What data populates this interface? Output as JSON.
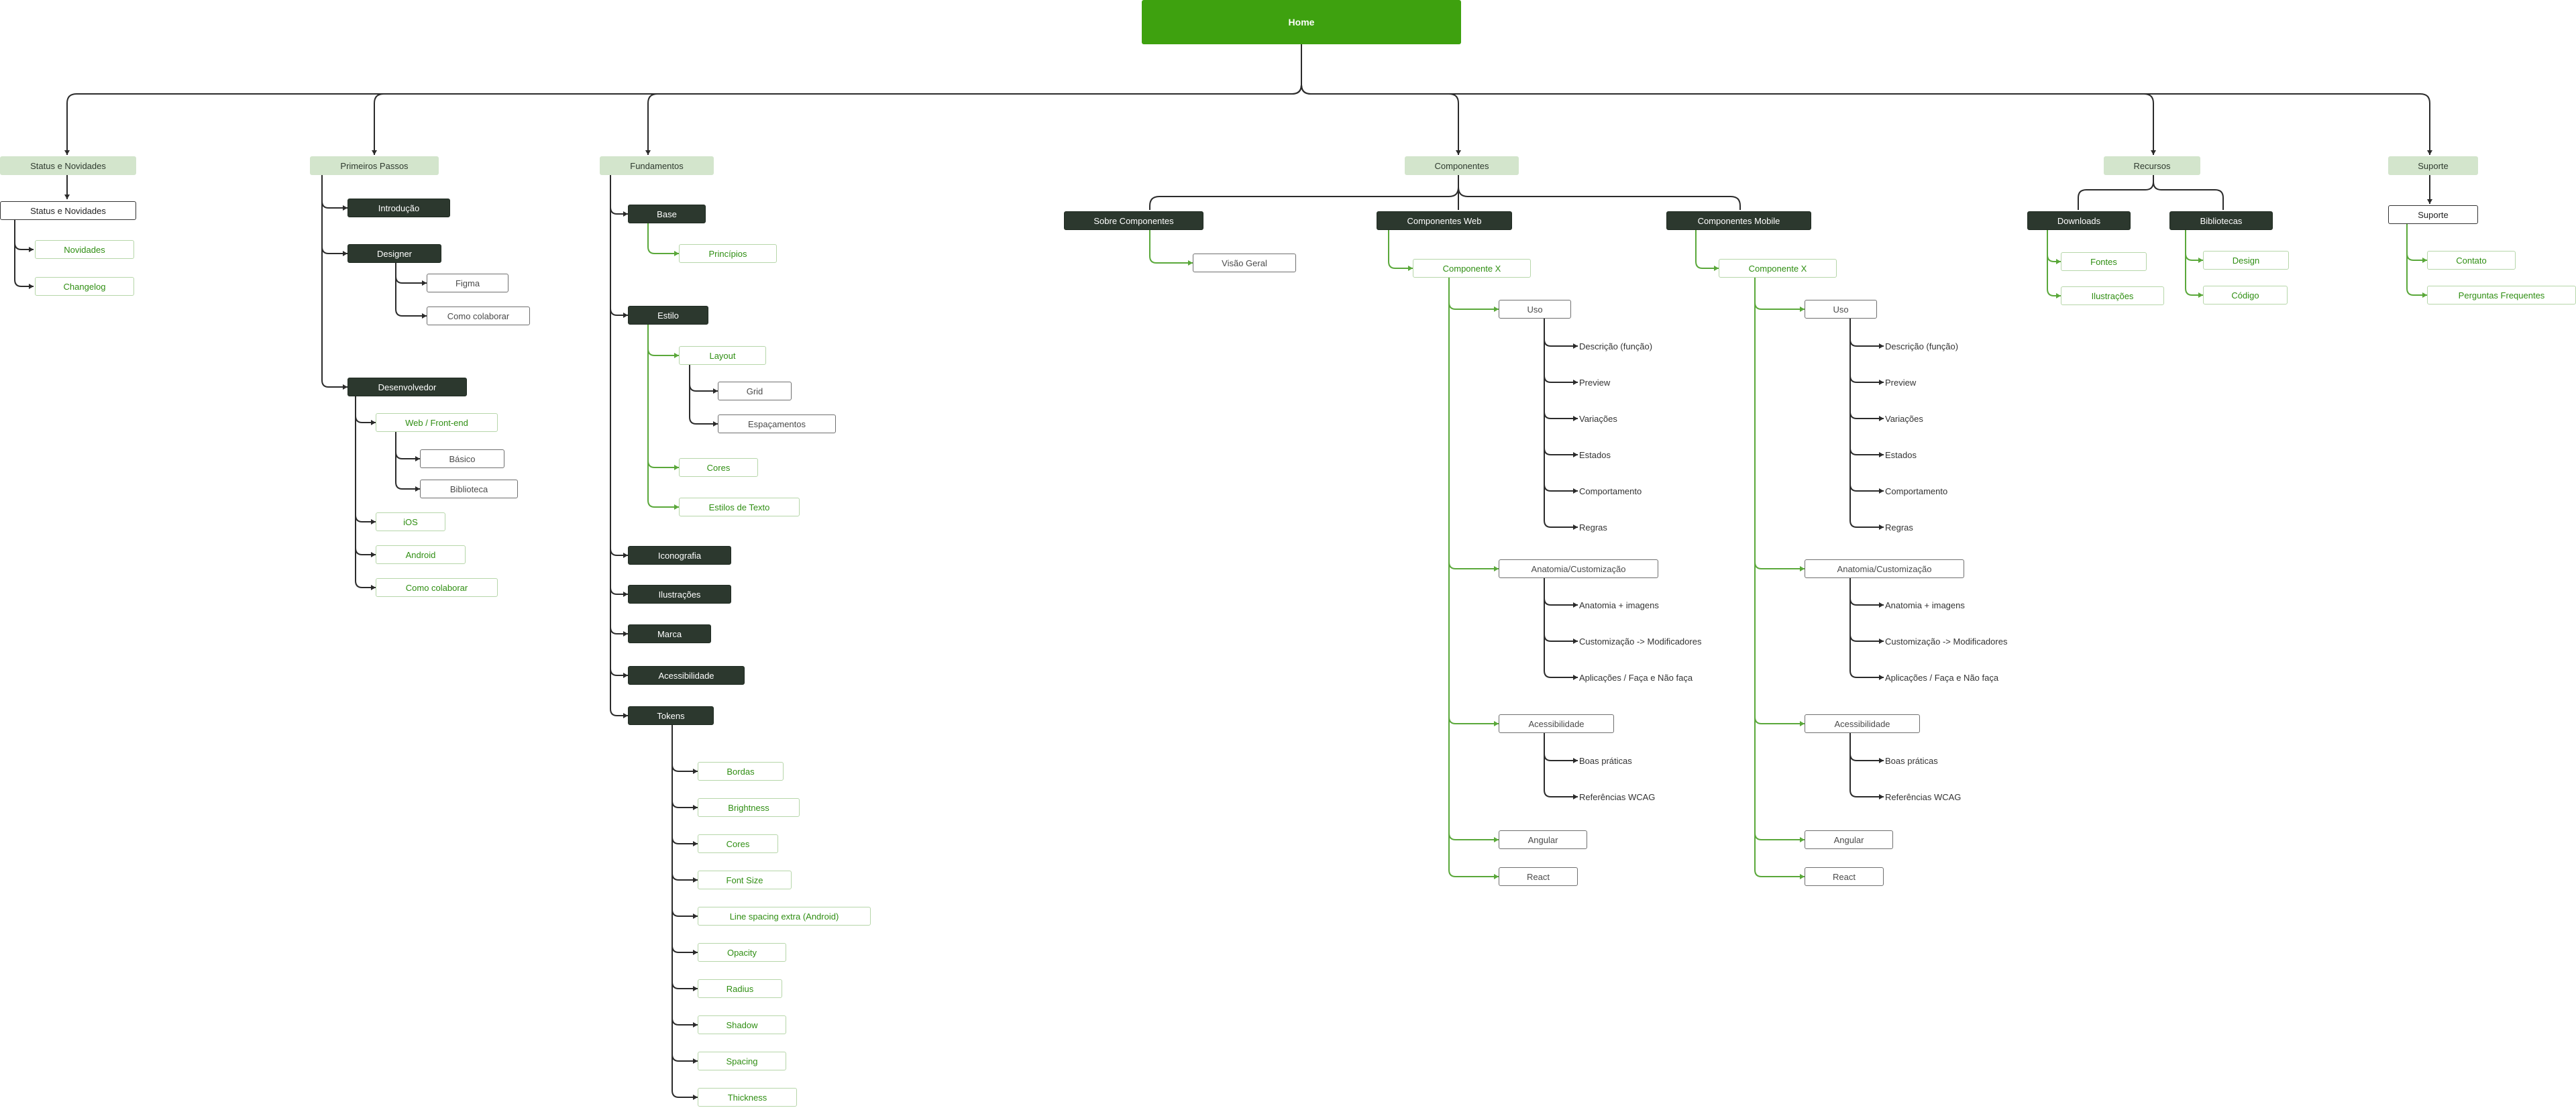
{
  "home": "Home",
  "sections": {
    "status": {
      "title": "Status e Novidades",
      "sub": "Status e Novidades",
      "items": [
        "Novidades",
        "Changelog"
      ]
    },
    "primeiros": {
      "title": "Primeiros Passos",
      "intro": "Introdução",
      "designer": "Designer",
      "designer_items": [
        "Figma",
        "Como colaborar"
      ],
      "dev": "Desenvolvedor",
      "web": "Web / Front-end",
      "web_items": [
        "Básico",
        "Biblioteca"
      ],
      "dev_items": [
        "iOS",
        "Android",
        "Como colaborar"
      ]
    },
    "fundamentos": {
      "title": "Fundamentos",
      "base": "Base",
      "base_items": [
        "Princípios"
      ],
      "estilo": "Estilo",
      "layout": "Layout",
      "layout_items": [
        "Grid",
        "Espaçamentos"
      ],
      "estilo_items": [
        "Cores",
        "Estilos de Texto"
      ],
      "others": [
        "Iconografia",
        "Ilustrações",
        "Marca",
        "Acessibilidade"
      ],
      "tokens": "Tokens",
      "token_items": [
        "Bordas",
        "Brightness",
        "Cores",
        "Font Size",
        "Line spacing extra (Android)",
        "Opacity",
        "Radius",
        "Shadow",
        "Spacing",
        "Thickness"
      ]
    },
    "componentes": {
      "title": "Componentes",
      "sobre": "Sobre Componentes",
      "sobre_items": [
        "Visão Geral"
      ],
      "web": "Componentes Web",
      "mobile": "Componentes Mobile",
      "comp": "Componente X",
      "uso": "Uso",
      "uso_items": [
        "Descrição (função)",
        "Preview",
        "Variações",
        "Estados",
        "Comportamento",
        "Regras"
      ],
      "anatomia": "Anatomia/Customização",
      "anatomia_items": [
        "Anatomia + imagens",
        "Customização -> Modificadores",
        "Aplicações / Faça e Não faça"
      ],
      "acess": "Acessibilidade",
      "acess_items": [
        "Boas práticas",
        "Referências WCAG"
      ],
      "web_fw": [
        "Angular",
        "React"
      ],
      "mobile_fw": [
        "Angular",
        "React"
      ]
    },
    "recursos": {
      "title": "Recursos",
      "downloads": "Downloads",
      "downloads_items": [
        "Fontes",
        "Ilustrações"
      ],
      "bibliotecas": "Bibliotecas",
      "bibliotecas_items": [
        "Design",
        "Código"
      ]
    },
    "suporte": {
      "title": "Suporte",
      "sub": "Suporte",
      "items": [
        "Contato",
        "Perguntas Frequentes"
      ]
    }
  },
  "colors": {
    "home": "#3ea10f",
    "section": "#d3e5cc",
    "dark_node": "#2c382e",
    "green_text": "#2f8e12",
    "dark_line": "#2b2b2b",
    "green_line": "#5aa83a"
  }
}
